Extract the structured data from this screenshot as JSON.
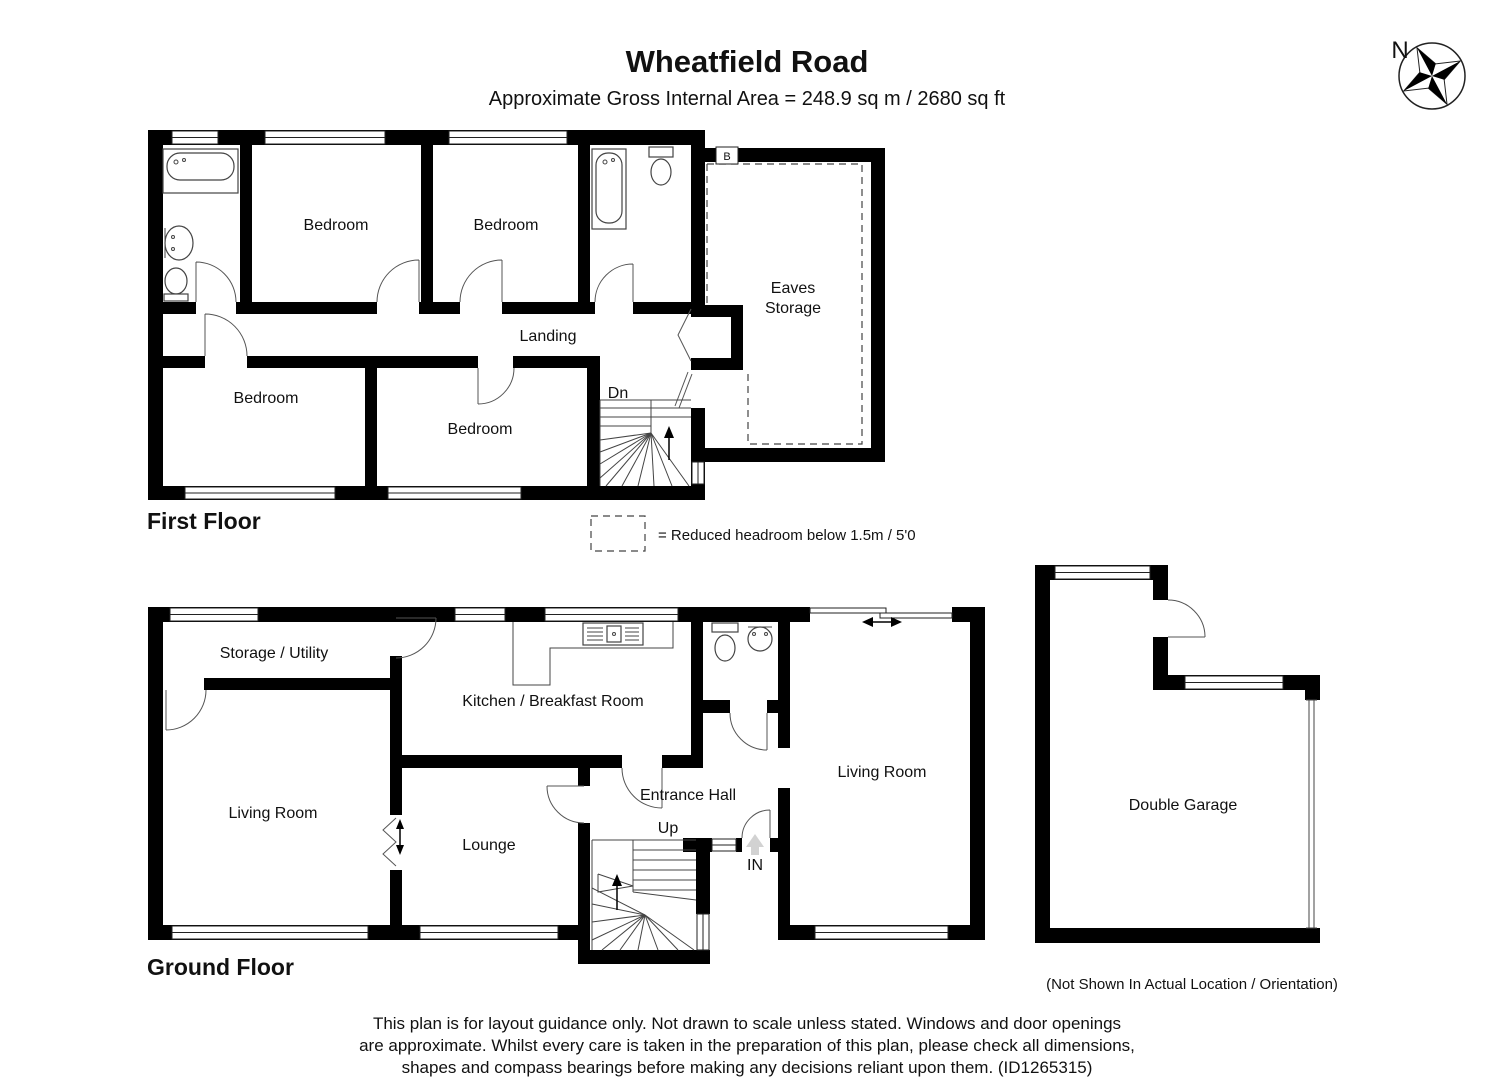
{
  "header": {
    "title": "Wheatfield Road",
    "subtitle": "Approximate Gross Internal Area = 248.9 sq m / 2680 sq ft",
    "compass_label": "N"
  },
  "first_floor": {
    "label": "First Floor",
    "bedroom_top_left": "Bedroom",
    "bedroom_top_mid": "Bedroom",
    "bedroom_bottom_left": "Bedroom",
    "bedroom_bottom_mid": "Bedroom",
    "landing": "Landing",
    "eaves_line1": "Eaves",
    "eaves_line2": "Storage",
    "stairs": "Dn",
    "boiler": "B"
  },
  "legend": {
    "text": "= Reduced headroom below 1.5m / 5'0"
  },
  "ground_floor": {
    "label": "Ground Floor",
    "storage_utility": "Storage / Utility",
    "kitchen": "Kitchen / Breakfast Room",
    "living_room_left": "Living Room",
    "lounge": "Lounge",
    "entrance_hall": "Entrance Hall",
    "living_room_right": "Living Room",
    "stairs": "Up",
    "entrance": "IN"
  },
  "garage": {
    "label": "Double Garage",
    "caption": "(Not Shown In Actual Location / Orientation)"
  },
  "footer": {
    "line1": "This plan is for layout guidance only. Not drawn to scale unless stated. Windows and door openings",
    "line2": "are approximate. Whilst every care is taken in the preparation of this plan, please check all dimensions,",
    "line3": "shapes and compass bearings before making any decisions reliant upon them. (ID1265315)"
  },
  "colors": {
    "wall": "#000000",
    "text": "#111111",
    "muted_arrow": "#cccccc"
  }
}
